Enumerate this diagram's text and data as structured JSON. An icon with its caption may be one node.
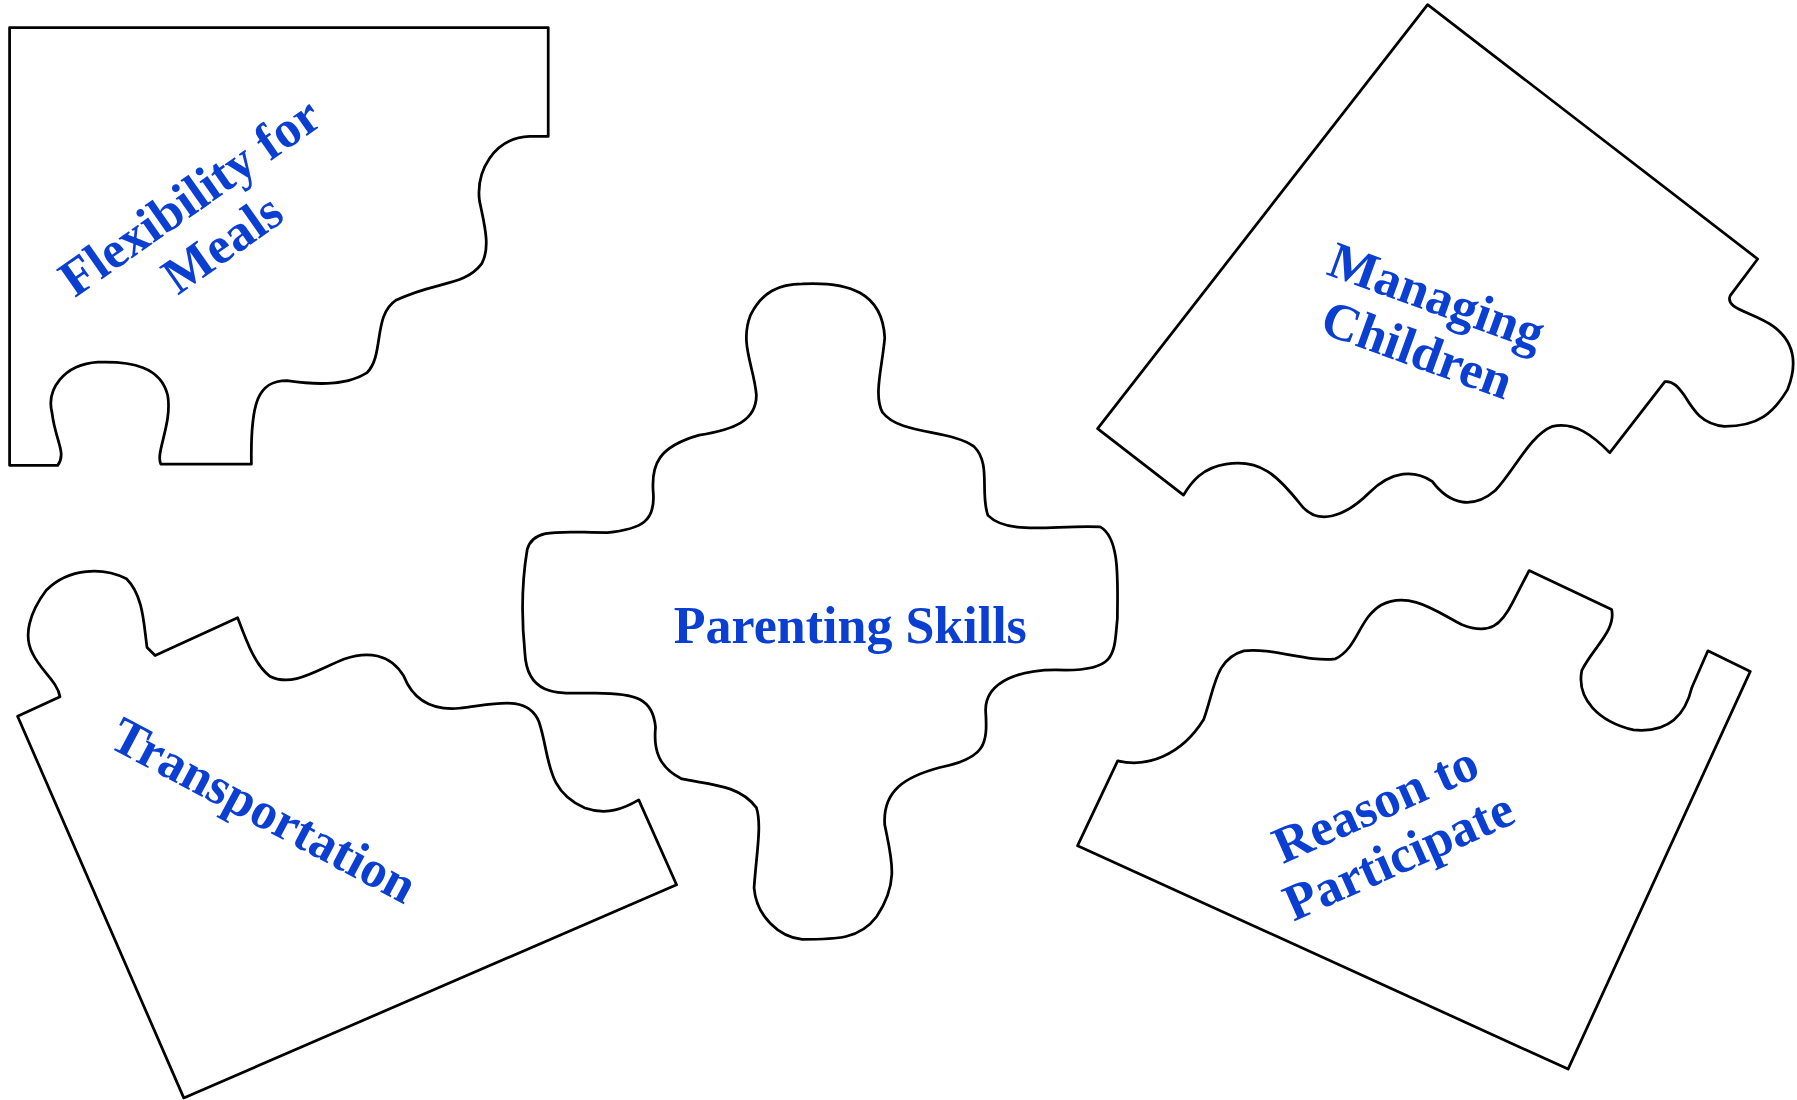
{
  "diagram": {
    "nodes": [
      {
        "text": [
          "Flexibility for Meals"
        ]
      },
      {
        "text": [
          "Managing Children"
        ]
      },
      {
        "text": [
          "Parenting Skills"
        ]
      },
      {
        "text": [
          "Transportation"
        ]
      },
      {
        "text": [
          "Reason to Participate"
        ]
      }
    ]
  }
}
